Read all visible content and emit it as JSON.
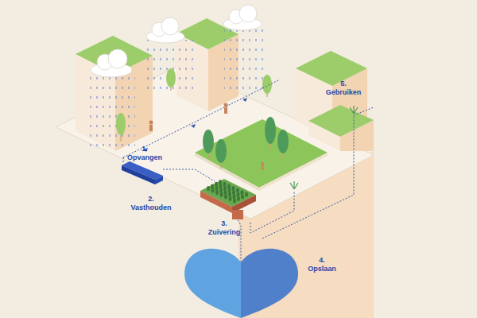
{
  "diagram": {
    "labels": [
      "1. Opvangen",
      "2. Vasthouden",
      "3. Zuivering",
      "4. Opslaan",
      "5. Gebruiken"
    ]
  }
}
